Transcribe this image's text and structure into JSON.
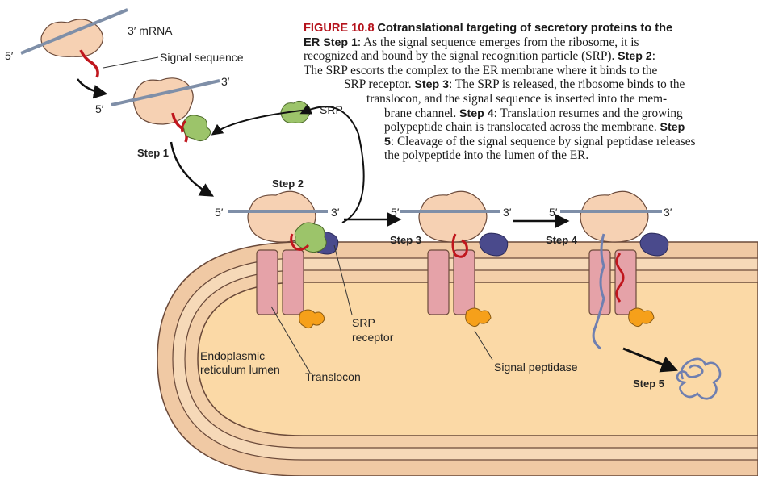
{
  "caption": {
    "figure_label": "FIGURE 10.8",
    "title_part1": "Cotranslational targeting of secretory proteins to the",
    "title_part2": "ER",
    "lines": [
      [
        "",
        "Step 1",
        ": As the signal sequence emerges from the ribosome, it is"
      ],
      [
        "recognized and bound by the signal recognition particle (SRP). ",
        "Step 2",
        ":"
      ],
      [
        "The SRP escorts the complex to the ER membrane where it binds to the"
      ],
      [
        "SRP receptor. ",
        "Step 3",
        ": The SRP is released, the ribosome binds to the"
      ],
      [
        "translocon, and the signal sequence is inserted into the mem-"
      ],
      [
        "brane channel. ",
        "Step 4",
        ": Translation resumes and the growing"
      ],
      [
        "polypeptide chain is translocated across the membrane. ",
        "Step",
        ""
      ],
      [
        "",
        "5",
        ": Cleavage of the signal sequence by signal peptidase releases"
      ],
      [
        "the polypeptide into the lumen of the ER."
      ]
    ]
  },
  "labels": {
    "mrna_3prime": "3′ mRNA",
    "five_prime": "5′",
    "three_prime": "3′",
    "signal_sequence": "Signal sequence",
    "srp": "SRP",
    "step1": "Step 1",
    "step2": "Step 2",
    "step3": "Step 3",
    "step4": "Step 4",
    "step5": "Step 5",
    "srp_receptor_line1": "SRP",
    "srp_receptor_line2": "receptor",
    "er_lumen_line1": "Endoplasmic",
    "er_lumen_line2": "reticulum lumen",
    "translocon": "Translocon",
    "signal_peptidase": "Signal peptidase"
  },
  "colors": {
    "ribosome": "#f6d1b3",
    "ribosome_outline": "#6b4a3a",
    "mrna": "#7f8fa8",
    "signal_sequence": "#c0161d",
    "srp": "#9cc46a",
    "srp_receptor": "#4a4a8c",
    "translocon": "#e5a2a8",
    "signal_peptidase": "#f6a01a",
    "er_lumen": "#fbd9a6",
    "er_membrane": "#f3c89b",
    "polypeptide": "#6f7fb0",
    "figure_label": "#b5121b"
  }
}
